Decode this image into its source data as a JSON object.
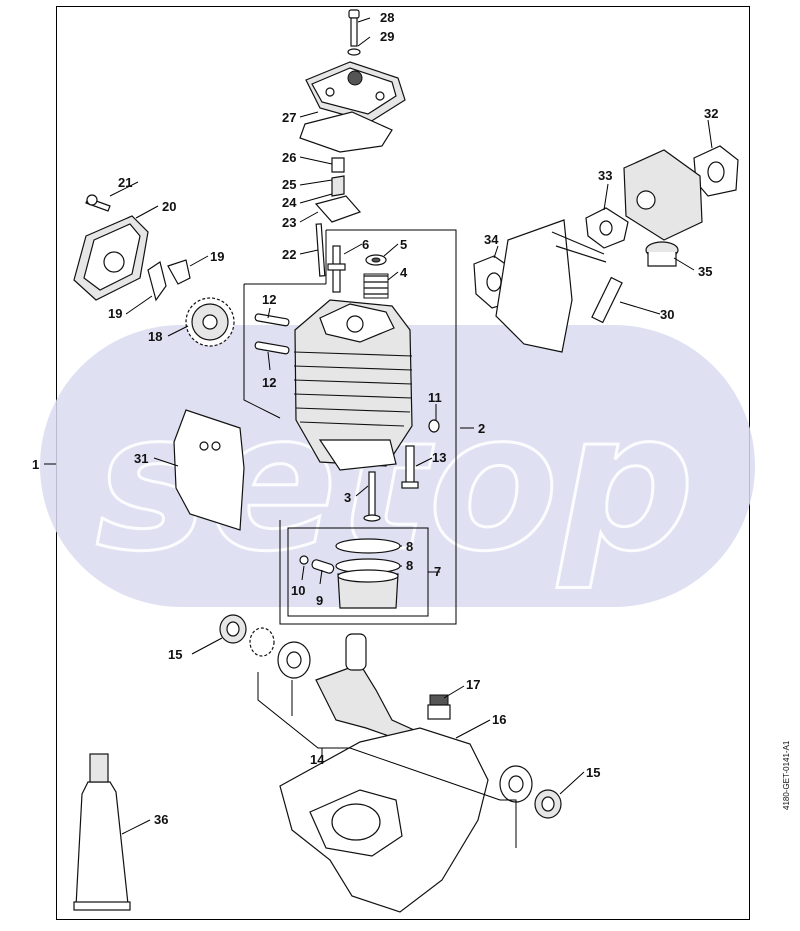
{
  "diagram": {
    "doc_id": "4180-GET-0141-A1",
    "watermark": "setop",
    "callouts": [
      {
        "id": "c1",
        "label": "1"
      },
      {
        "id": "c2",
        "label": "2"
      },
      {
        "id": "c3",
        "label": "3"
      },
      {
        "id": "c4",
        "label": "4"
      },
      {
        "id": "c5",
        "label": "5"
      },
      {
        "id": "c6",
        "label": "6"
      },
      {
        "id": "c7",
        "label": "7"
      },
      {
        "id": "c8a",
        "label": "8"
      },
      {
        "id": "c8b",
        "label": "8"
      },
      {
        "id": "c9",
        "label": "9"
      },
      {
        "id": "c10",
        "label": "10"
      },
      {
        "id": "c11",
        "label": "11"
      },
      {
        "id": "c12a",
        "label": "12"
      },
      {
        "id": "c12b",
        "label": "12"
      },
      {
        "id": "c13",
        "label": "13"
      },
      {
        "id": "c14",
        "label": "14"
      },
      {
        "id": "c15a",
        "label": "15"
      },
      {
        "id": "c15b",
        "label": "15"
      },
      {
        "id": "c16",
        "label": "16"
      },
      {
        "id": "c17",
        "label": "17"
      },
      {
        "id": "c18",
        "label": "18"
      },
      {
        "id": "c19a",
        "label": "19"
      },
      {
        "id": "c19b",
        "label": "19"
      },
      {
        "id": "c20",
        "label": "20"
      },
      {
        "id": "c21",
        "label": "21"
      },
      {
        "id": "c22",
        "label": "22"
      },
      {
        "id": "c23",
        "label": "23"
      },
      {
        "id": "c24",
        "label": "24"
      },
      {
        "id": "c25",
        "label": "25"
      },
      {
        "id": "c26",
        "label": "26"
      },
      {
        "id": "c27",
        "label": "27"
      },
      {
        "id": "c28",
        "label": "28"
      },
      {
        "id": "c29",
        "label": "29"
      },
      {
        "id": "c30",
        "label": "30"
      },
      {
        "id": "c31",
        "label": "31"
      },
      {
        "id": "c32",
        "label": "32"
      },
      {
        "id": "c33",
        "label": "33"
      },
      {
        "id": "c34",
        "label": "34"
      },
      {
        "id": "c35",
        "label": "35"
      },
      {
        "id": "c36",
        "label": "36"
      }
    ]
  }
}
